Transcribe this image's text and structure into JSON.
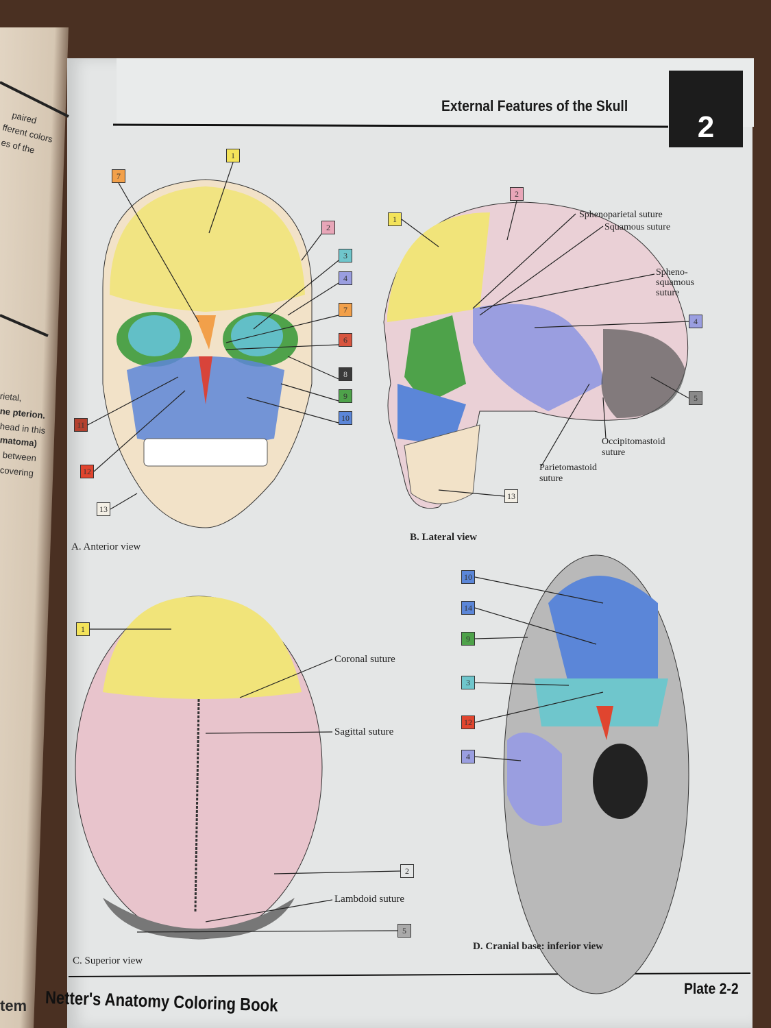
{
  "header": {
    "title": "External Features of the Skull",
    "chapter": "2"
  },
  "left_margin": {
    "lines_top": [
      "paired",
      "fferent colors",
      "es of the"
    ],
    "lines_bottom": [
      "rietal,",
      "ne pterion.",
      "head in this",
      "matoma)",
      "between",
      "covering"
    ],
    "footer_fragment": "tem"
  },
  "colors": {
    "1": "#f3e35a",
    "2": "#e8a6b8",
    "3": "#6fc6cc",
    "4": "#9a9ee0",
    "5": "#8a8a8a",
    "6": "#d8553f",
    "7": "#f2a04a",
    "8": "#3a3a3a",
    "9": "#4ea24a",
    "10": "#5b86d8",
    "11": "#b3402e",
    "12": "#e0452f",
    "13": "#f3efe5",
    "14": "#5b86d8"
  },
  "anterior": {
    "caption": "A. Anterior view",
    "labels": [
      "1",
      "7",
      "2",
      "3",
      "4",
      "7",
      "6",
      "8",
      "9",
      "10",
      "11",
      "12",
      "13"
    ]
  },
  "lateral": {
    "caption": "B. Lateral view",
    "labels": [
      "1",
      "2",
      "4",
      "5",
      "13"
    ],
    "sutures": [
      "Sphenoparietal suture",
      "Squamous suture",
      "Spheno-",
      "squamous",
      "suture",
      "Occipitomastoid",
      "suture",
      "Parietomastoid",
      "suture"
    ]
  },
  "superior": {
    "caption": "C. Superior view",
    "labels": [
      "1",
      "2",
      "5"
    ],
    "sutures": [
      "Coronal suture",
      "Sagittal suture",
      "Lambdoid suture"
    ]
  },
  "inferior": {
    "caption": "D. Cranial base: inferior view",
    "labels": [
      "10",
      "14",
      "9",
      "3",
      "12",
      "4"
    ]
  },
  "footer": {
    "book": "Netter's Anatomy Coloring Book",
    "plate": "Plate 2-2"
  }
}
